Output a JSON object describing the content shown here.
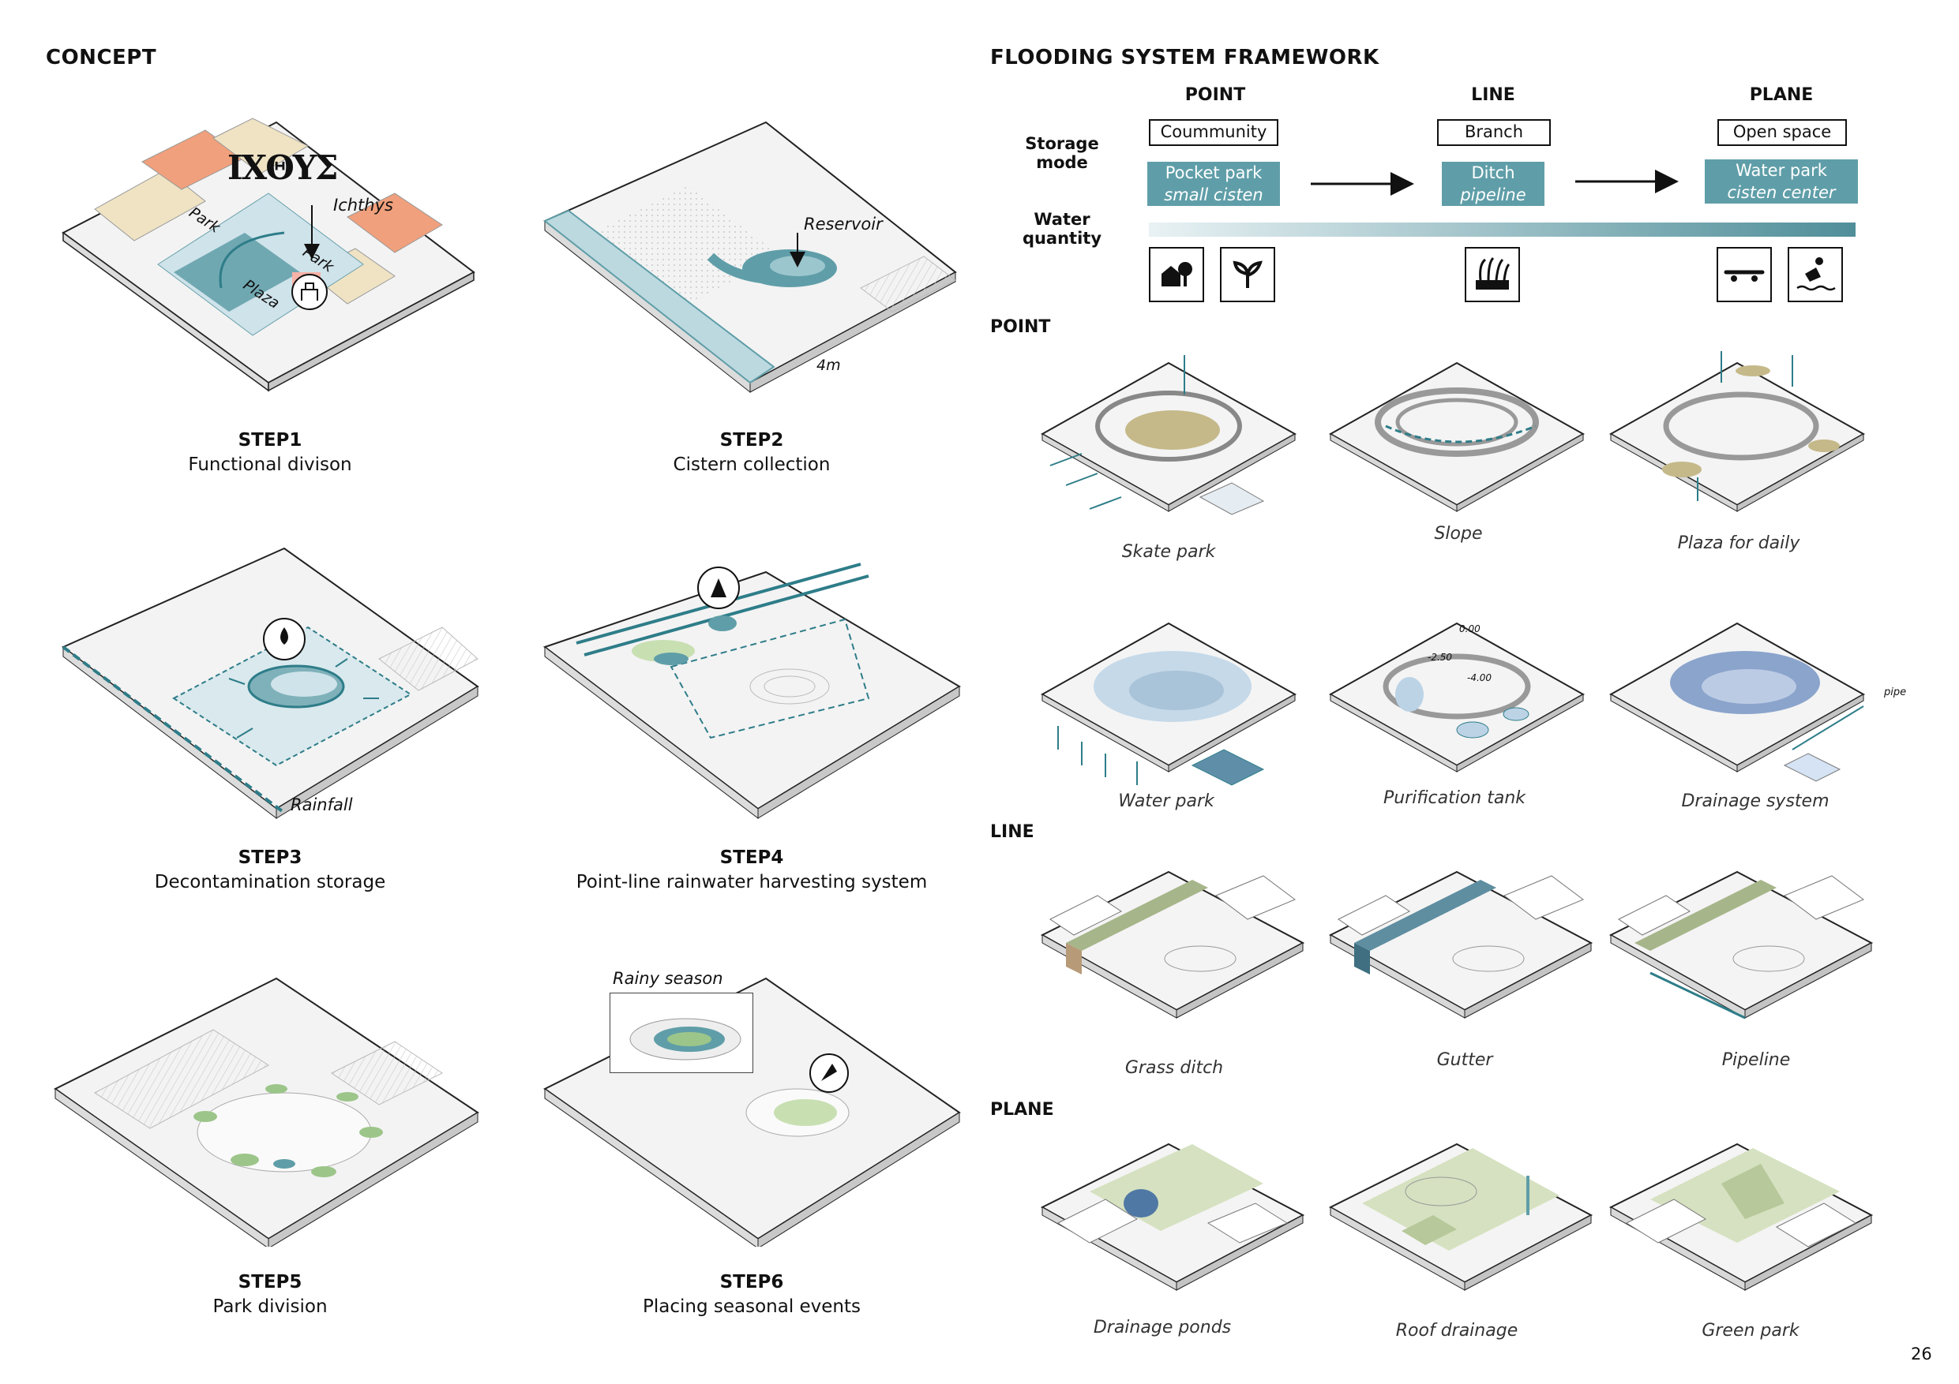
{
  "concept": {
    "title": "CONCEPT",
    "map_labels": {
      "ichthys": "Ichthys",
      "park_a": "Park",
      "park_b": "Park",
      "plaza": "Plaza",
      "reservoir": "Reservoir",
      "four_m": "4m",
      "rainfall": "Rainfall",
      "rainy_season": "Rainy season"
    },
    "logo_text": "IXΘYΣ",
    "steps": [
      {
        "title": "STEP1",
        "desc": "Functional divison"
      },
      {
        "title": "STEP2",
        "desc": "Cistern collection"
      },
      {
        "title": "STEP3",
        "desc": "Decontamination storage"
      },
      {
        "title": "STEP4",
        "desc": "Point-line rainwater harvesting system"
      },
      {
        "title": "STEP5",
        "desc": "Park division"
      },
      {
        "title": "STEP6",
        "desc": "Placing seasonal events"
      }
    ]
  },
  "framework": {
    "title": "FLOODING SYSTEM FRAMEWORK",
    "columns": [
      "POINT",
      "LINE",
      "PLANE"
    ],
    "storage_mode_label": "Storage mode",
    "water_quantity_label": "Water quantity",
    "boxes": [
      "Coummunity",
      "Branch",
      "Open space"
    ],
    "teal_boxes": [
      {
        "main": "Pocket park",
        "sub": "small cisten"
      },
      {
        "main": "Ditch",
        "sub": "pipeline"
      },
      {
        "main": "Water park",
        "sub": "cisten center"
      }
    ],
    "icons": [
      "house-tree-icon",
      "sprout-icon",
      "grass-planter-icon",
      "skateboard-icon",
      "swimmer-icon"
    ],
    "teal_color": "#5f9ea8"
  },
  "sections": {
    "point": "POINT",
    "line": "LINE",
    "plane": "PLANE"
  },
  "captions": {
    "point_row1": [
      "Skate park",
      "Slope",
      "Plaza for daily"
    ],
    "point_row2": [
      "Water park",
      "Purification tank",
      "Drainage system"
    ],
    "line_row": [
      "Grass ditch",
      "Gutter",
      "Pipeline"
    ],
    "plane_row": [
      "Drainage ponds",
      "Roof drainage",
      "Green park"
    ],
    "levels": {
      "a": "0.00",
      "b": "-2.50",
      "c": "-4.00",
      "pipe": "pipe"
    }
  },
  "page_number": "26"
}
